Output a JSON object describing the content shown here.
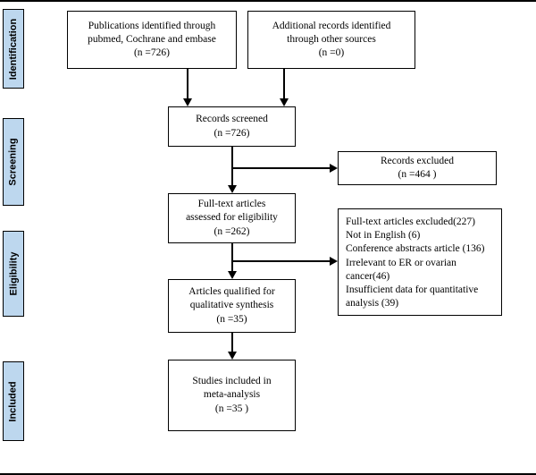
{
  "colors": {
    "stage_label_fill": "#BDD7EE",
    "line_color": "#000000",
    "box_background": "#FFFFFF"
  },
  "stages": [
    {
      "label": "Identification"
    },
    {
      "label": "Screening"
    },
    {
      "label": "Eligibility"
    },
    {
      "label": "Included"
    }
  ],
  "boxes": {
    "identified": {
      "text": "Publications identified through\npubmed, Cochrane and embase\n(n =726)"
    },
    "additional": {
      "text": "Additional records identified\nthrough other sources\n(n =0)"
    },
    "screened": {
      "text": "Records screened\n(n =726)"
    },
    "records_excluded": {
      "text": "Records excluded\n(n =464 )"
    },
    "fulltext_assessed": {
      "text": "Full-text articles\nassessed for eligibility\n(n =262)"
    },
    "fulltext_excluded": {
      "text": "Full-text articles excluded(227)\nNot in English (6)\nConference abstracts article (136)\nIrrelevant to ER or ovarian cancer(46)\nInsufficient data for quantitative analysis (39)"
    },
    "qualitative": {
      "text": "Articles qualified for\nqualitative synthesis\n(n =35)"
    },
    "meta_analysis": {
      "text": "Studies included in\nmeta-analysis\n(n =35 )"
    }
  }
}
